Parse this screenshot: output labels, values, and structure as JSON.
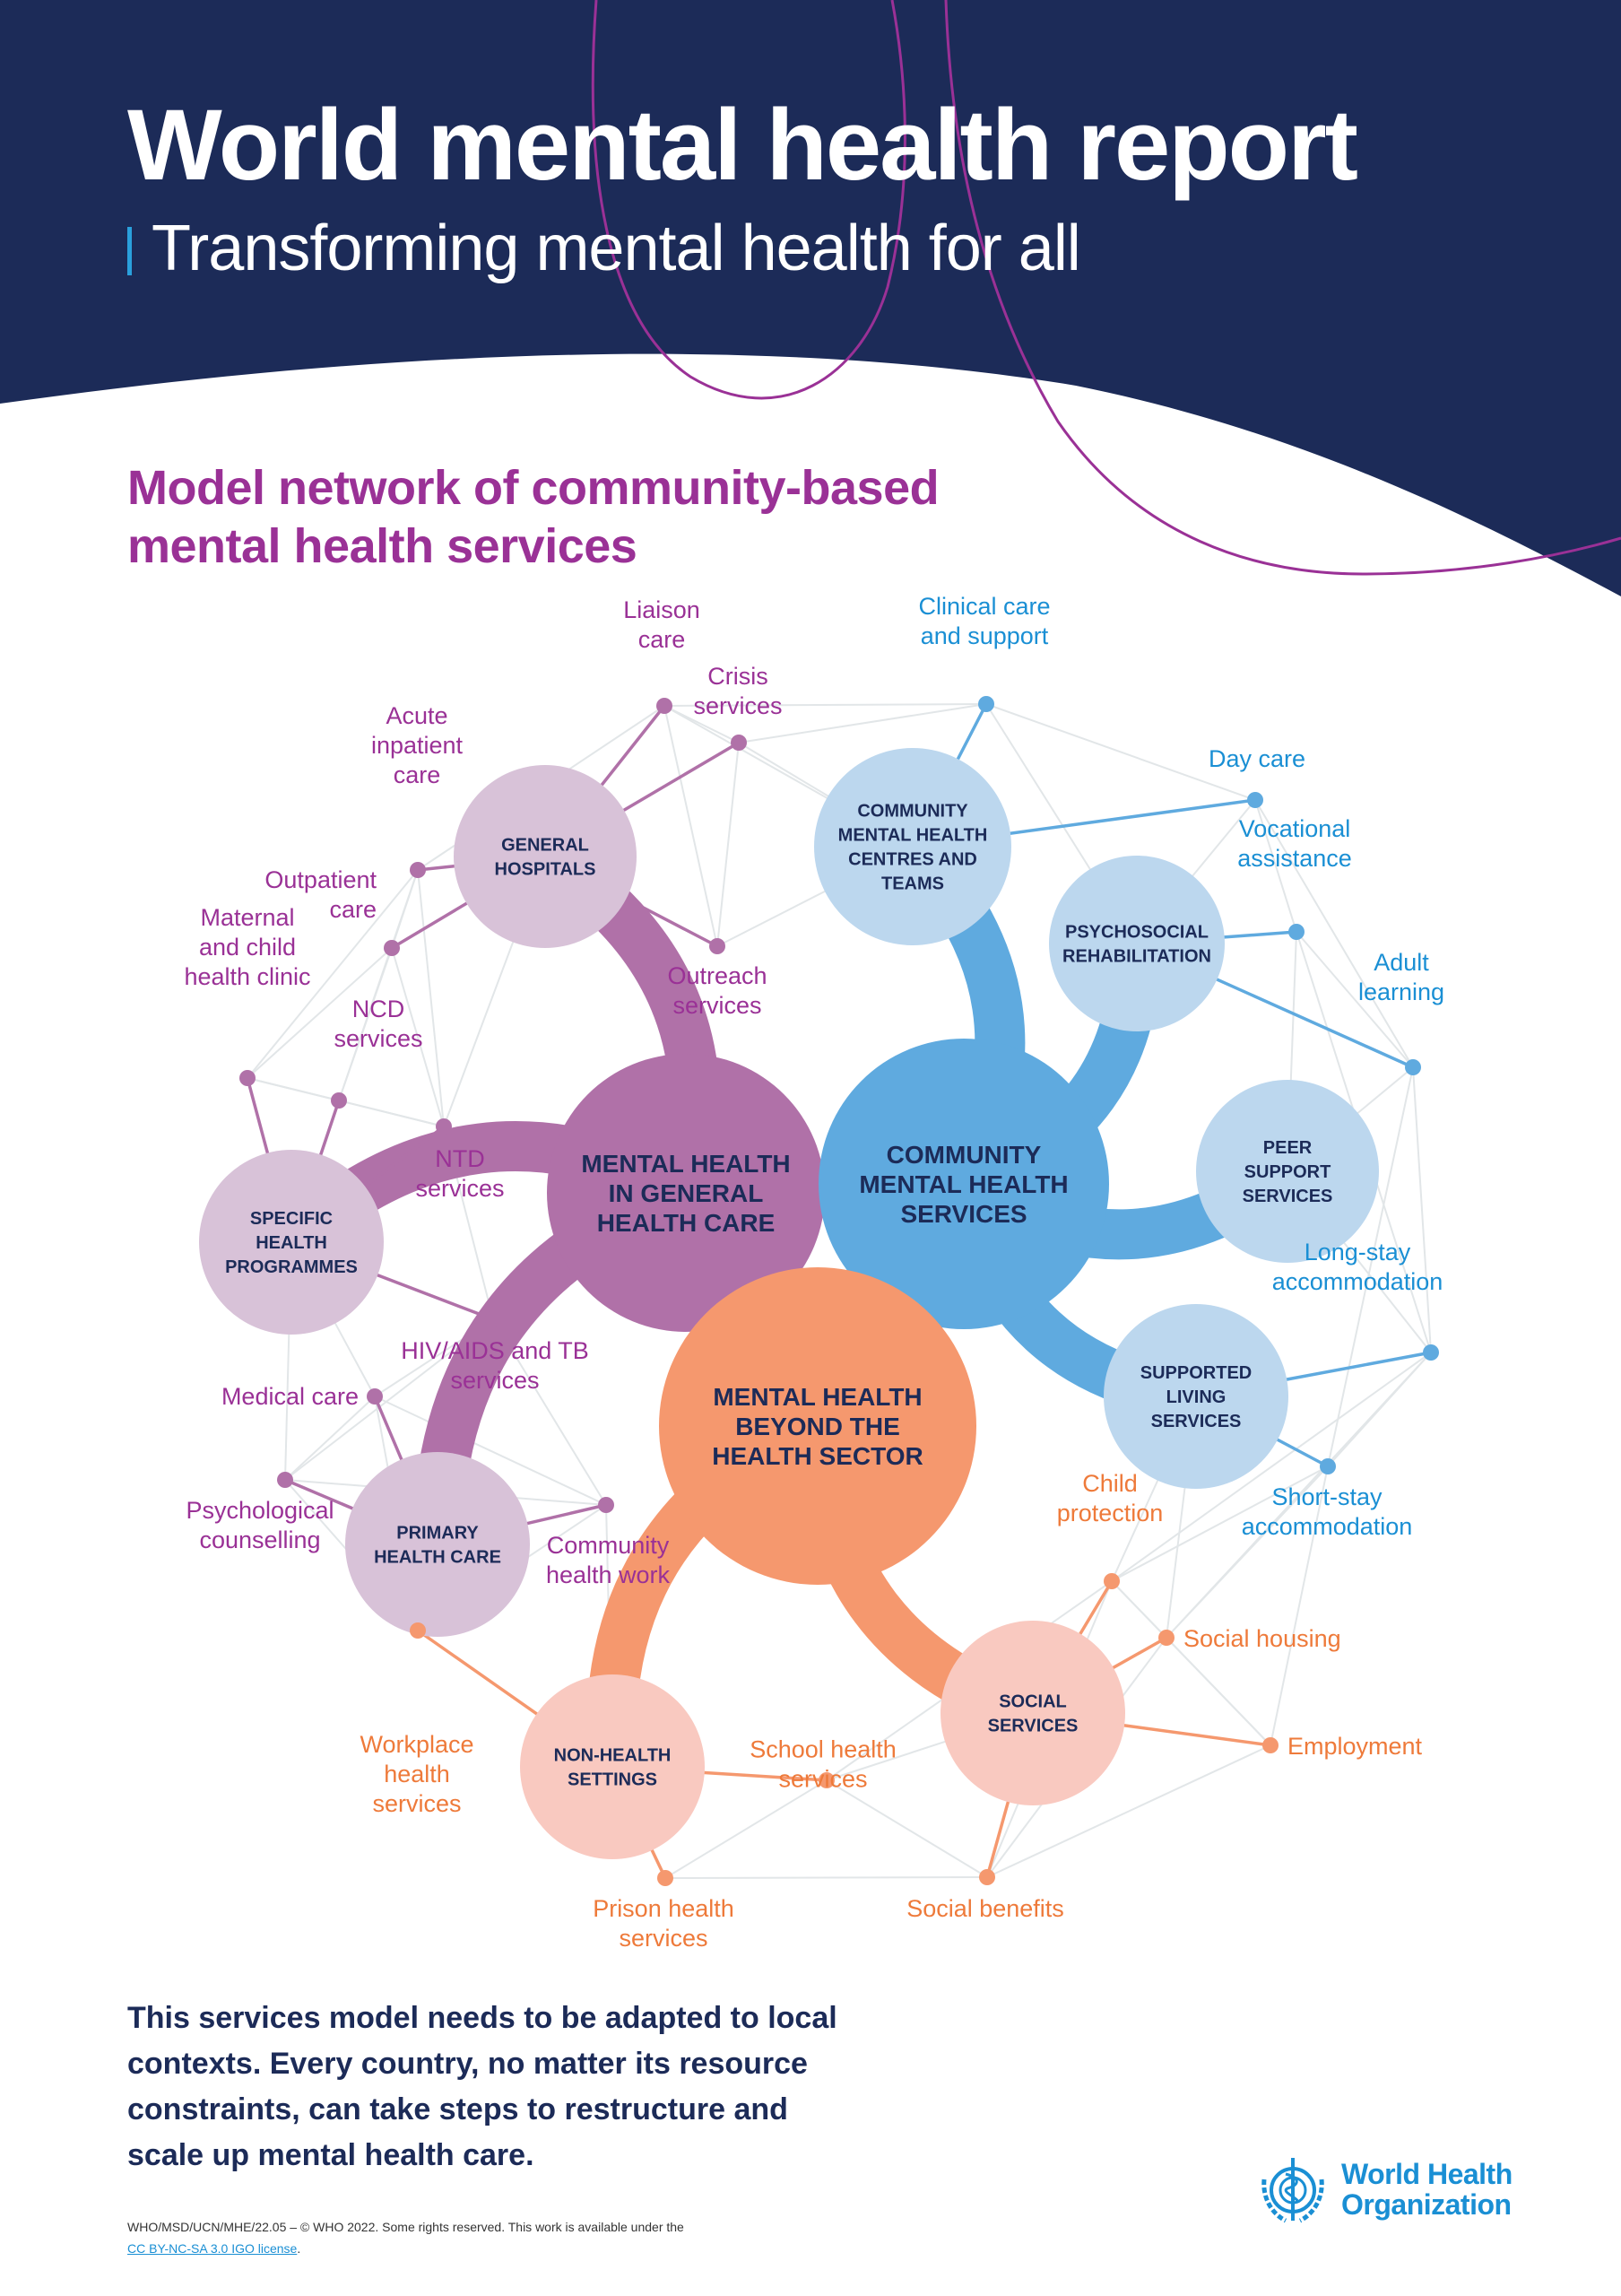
{
  "header": {
    "title": "World mental health report",
    "subtitle": "Transforming mental health for all"
  },
  "section_title_line1": "Model network of community-based",
  "section_title_line2": "mental health services",
  "colors": {
    "navy": "#1c2b58",
    "purple_dark": "#b071a8",
    "purple_light": "#d8c2d8",
    "purple_text": "#9a3196",
    "blue_dark": "#5faadf",
    "blue_light": "#bcd7ee",
    "blue_text": "#1a8fd4",
    "orange_dark": "#f5986e",
    "orange_light": "#f9c9c0",
    "orange_text": "#ee7a3a",
    "network_grey": "#e2e6e8"
  },
  "hubs": [
    {
      "id": "mhghc",
      "lines": [
        "MENTAL HEALTH",
        "IN GENERAL",
        "HEALTH CARE"
      ],
      "group": "purple"
    },
    {
      "id": "cmhs",
      "lines": [
        "COMMUNITY",
        "MENTAL HEALTH",
        "SERVICES"
      ],
      "group": "blue"
    },
    {
      "id": "mhbhs",
      "lines": [
        "MENTAL HEALTH",
        "BEYOND THE",
        "HEALTH SECTOR"
      ],
      "group": "orange"
    }
  ],
  "sub_hubs": [
    {
      "id": "gh",
      "parent": "mhghc",
      "lines": [
        "GENERAL",
        "HOSPITALS"
      ]
    },
    {
      "id": "shp",
      "parent": "mhghc",
      "lines": [
        "SPECIFIC",
        "HEALTH",
        "PROGRAMMES"
      ]
    },
    {
      "id": "phc",
      "parent": "mhghc",
      "lines": [
        "PRIMARY",
        "HEALTH CARE"
      ]
    },
    {
      "id": "cmhct",
      "parent": "cmhs",
      "lines": [
        "COMMUNITY",
        "MENTAL HEALTH",
        "CENTRES AND",
        "TEAMS"
      ]
    },
    {
      "id": "psr",
      "parent": "cmhs",
      "lines": [
        "PSYCHOSOCIAL",
        "REHABILITATION"
      ]
    },
    {
      "id": "pss",
      "parent": "cmhs",
      "lines": [
        "PEER",
        "SUPPORT",
        "SERVICES"
      ]
    },
    {
      "id": "sls",
      "parent": "cmhs",
      "lines": [
        "SUPPORTED",
        "LIVING",
        "SERVICES"
      ]
    },
    {
      "id": "nhs",
      "parent": "mhbhs",
      "lines": [
        "NON-HEALTH",
        "SETTINGS"
      ]
    },
    {
      "id": "ss",
      "parent": "mhbhs",
      "lines": [
        "SOCIAL",
        "SERVICES"
      ]
    }
  ],
  "services": [
    {
      "id": "liaison",
      "parent": "gh",
      "lines": [
        "Liaison",
        "care"
      ]
    },
    {
      "id": "acute",
      "parent": "gh",
      "lines": [
        "Acute",
        "inpatient",
        "care"
      ]
    },
    {
      "id": "outpatient",
      "parent": "gh",
      "lines": [
        "Outpatient",
        "care"
      ]
    },
    {
      "id": "crisis",
      "parent": "gh",
      "lines": [
        "Crisis",
        "services"
      ]
    },
    {
      "id": "outreach",
      "parent": "gh",
      "lines": [
        "Outreach",
        "services"
      ]
    },
    {
      "id": "maternal",
      "parent": "shp",
      "lines": [
        "Maternal",
        "and child",
        "health clinic"
      ]
    },
    {
      "id": "ncd",
      "parent": "shp",
      "lines": [
        "NCD",
        "services"
      ]
    },
    {
      "id": "ntd",
      "parent": "shp",
      "lines": [
        "NTD",
        "services"
      ]
    },
    {
      "id": "hiv",
      "parent": "shp",
      "lines": [
        "HIV/AIDS and TB",
        "services"
      ]
    },
    {
      "id": "medical",
      "parent": "phc",
      "lines": [
        "Medical care"
      ]
    },
    {
      "id": "psych",
      "parent": "phc",
      "lines": [
        "Psychological",
        "counselling"
      ]
    },
    {
      "id": "chw",
      "parent": "phc",
      "lines": [
        "Community",
        "health work"
      ]
    },
    {
      "id": "clinical",
      "parent": "cmhct",
      "lines": [
        "Clinical care",
        "and support"
      ]
    },
    {
      "id": "daycare",
      "parent": "cmhct",
      "lines": [
        "Day care"
      ]
    },
    {
      "id": "vocational",
      "parent": "psr",
      "lines": [
        "Vocational",
        "assistance"
      ]
    },
    {
      "id": "adult",
      "parent": "psr",
      "lines": [
        "Adult",
        "learning"
      ]
    },
    {
      "id": "longstay",
      "parent": "sls",
      "lines": [
        "Long-stay",
        "accommodation"
      ]
    },
    {
      "id": "shortstay",
      "parent": "sls",
      "lines": [
        "Short-stay",
        "accommodation"
      ]
    },
    {
      "id": "workplace",
      "parent": "nhs",
      "lines": [
        "Workplace",
        "health",
        "services"
      ]
    },
    {
      "id": "school",
      "parent": "nhs",
      "lines": [
        "School health",
        "services"
      ]
    },
    {
      "id": "prison",
      "parent": "nhs",
      "lines": [
        "Prison health",
        "services"
      ]
    },
    {
      "id": "child",
      "parent": "ss",
      "lines": [
        "Child",
        "protection"
      ]
    },
    {
      "id": "housing",
      "parent": "ss",
      "lines": [
        "Social housing"
      ]
    },
    {
      "id": "employment",
      "parent": "ss",
      "lines": [
        "Employment"
      ]
    },
    {
      "id": "benefits",
      "parent": "ss",
      "lines": [
        "Social benefits"
      ]
    }
  ],
  "footer": {
    "message": "This services model needs to be adapted to local contexts. Every country, no matter its resource constraints, can take steps to restructure and scale up mental health care.",
    "legal": "WHO/MSD/UCN/MHE/22.05 – © WHO 2022. Some rights reserved. This work is available under the",
    "license_link": "CC BY-NC-SA 3.0 IGO license",
    "license_suffix": "."
  },
  "logo": {
    "name_line1": "World Health",
    "name_line2": "Organization",
    "icon": "who-emblem-icon"
  }
}
